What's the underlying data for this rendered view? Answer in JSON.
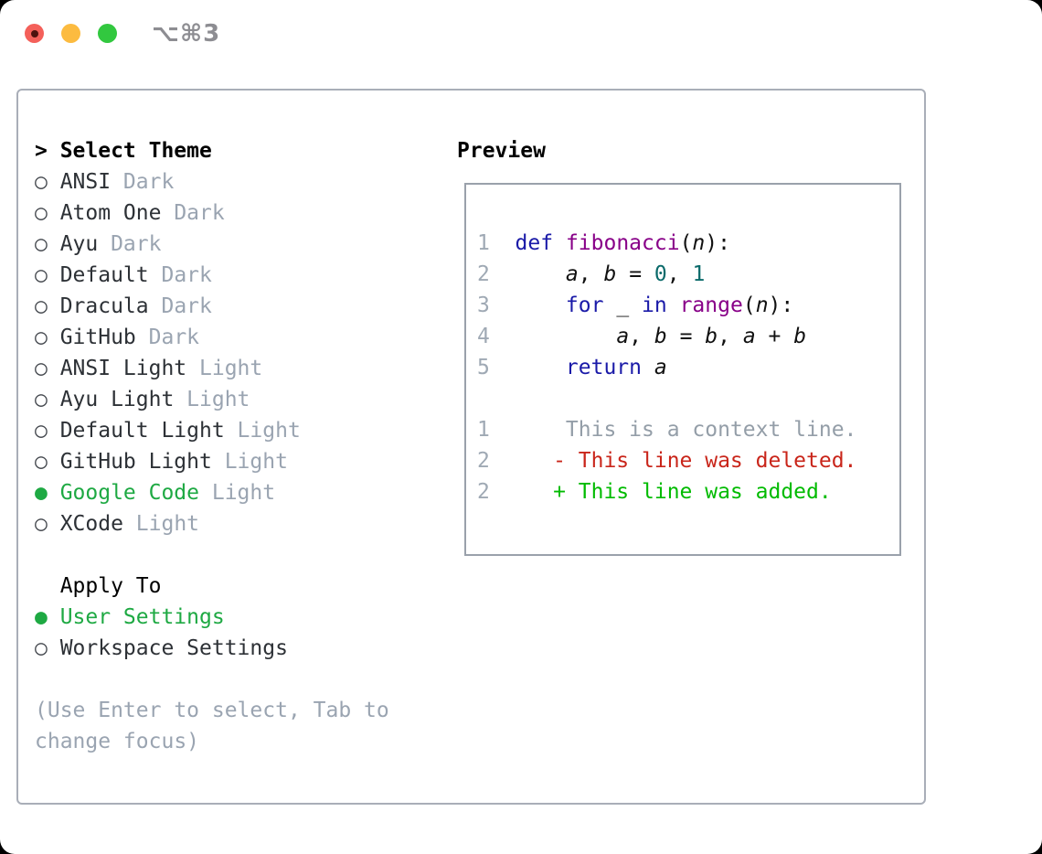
{
  "titlebar": {
    "title": "⌥⌘3"
  },
  "theme_picker": {
    "header_prefix": ">",
    "header": "Select Theme",
    "items": [
      {
        "name": "ANSI",
        "tag": "Dark",
        "selected": false
      },
      {
        "name": "Atom One",
        "tag": "Dark",
        "selected": false
      },
      {
        "name": "Ayu",
        "tag": "Dark",
        "selected": false
      },
      {
        "name": "Default",
        "tag": "Dark",
        "selected": false
      },
      {
        "name": "Dracula",
        "tag": "Dark",
        "selected": false
      },
      {
        "name": "GitHub",
        "tag": "Dark",
        "selected": false
      },
      {
        "name": "ANSI Light",
        "tag": "Light",
        "selected": false
      },
      {
        "name": "Ayu Light",
        "tag": "Light",
        "selected": false
      },
      {
        "name": "Default Light",
        "tag": "Light",
        "selected": false
      },
      {
        "name": "GitHub Light",
        "tag": "Light",
        "selected": false
      },
      {
        "name": "Google Code",
        "tag": "Light",
        "selected": true
      },
      {
        "name": "XCode",
        "tag": "Light",
        "selected": false
      }
    ],
    "radio_unselected_glyph": "○",
    "radio_selected_glyph": "●"
  },
  "apply_to": {
    "header": "Apply To",
    "options": [
      {
        "label": "User Settings",
        "selected": true
      },
      {
        "label": "Workspace Settings",
        "selected": false
      }
    ]
  },
  "help": {
    "line1": "(Use Enter to select, Tab to",
    "line2": "change focus)"
  },
  "preview": {
    "header": "Preview",
    "code_lines": [
      {
        "num": "1",
        "tokens": [
          {
            "t": "kw",
            "s": "def"
          },
          {
            "t": "plain",
            "s": " "
          },
          {
            "t": "title",
            "s": "fibonacci"
          },
          {
            "t": "plain",
            "s": "("
          },
          {
            "t": "var",
            "s": "n"
          },
          {
            "t": "plain",
            "s": "):"
          }
        ]
      },
      {
        "num": "2",
        "tokens": [
          {
            "t": "plain",
            "s": "    "
          },
          {
            "t": "var",
            "s": "a"
          },
          {
            "t": "plain",
            "s": ", "
          },
          {
            "t": "var",
            "s": "b"
          },
          {
            "t": "plain",
            "s": " = "
          },
          {
            "t": "num",
            "s": "0"
          },
          {
            "t": "plain",
            "s": ", "
          },
          {
            "t": "num",
            "s": "1"
          }
        ]
      },
      {
        "num": "3",
        "tokens": [
          {
            "t": "plain",
            "s": "    "
          },
          {
            "t": "kw",
            "s": "for"
          },
          {
            "t": "plain",
            "s": " _ "
          },
          {
            "t": "kw",
            "s": "in"
          },
          {
            "t": "plain",
            "s": " "
          },
          {
            "t": "title",
            "s": "range"
          },
          {
            "t": "plain",
            "s": "("
          },
          {
            "t": "var",
            "s": "n"
          },
          {
            "t": "plain",
            "s": "):"
          }
        ]
      },
      {
        "num": "4",
        "tokens": [
          {
            "t": "plain",
            "s": "        "
          },
          {
            "t": "var",
            "s": "a"
          },
          {
            "t": "plain",
            "s": ", "
          },
          {
            "t": "var",
            "s": "b"
          },
          {
            "t": "plain",
            "s": " = "
          },
          {
            "t": "var",
            "s": "b"
          },
          {
            "t": "plain",
            "s": ", "
          },
          {
            "t": "var",
            "s": "a"
          },
          {
            "t": "plain",
            "s": " + "
          },
          {
            "t": "var",
            "s": "b"
          }
        ]
      },
      {
        "num": "5",
        "tokens": [
          {
            "t": "plain",
            "s": "    "
          },
          {
            "t": "kw",
            "s": "return"
          },
          {
            "t": "plain",
            "s": " "
          },
          {
            "t": "var",
            "s": "a"
          }
        ]
      }
    ],
    "diff_lines": [
      {
        "num": "1",
        "kind": "context",
        "marker": "",
        "text": "This is a context line."
      },
      {
        "num": "2",
        "kind": "deleted",
        "marker": "-",
        "text": "This line was deleted."
      },
      {
        "num": "2",
        "kind": "added",
        "marker": "+",
        "text": "This line was added."
      }
    ]
  },
  "colors": {
    "accent_green": "#1ea943",
    "radio_outline": "#44484e",
    "muted_gray": "#9aa4b1",
    "line_number_gray": "#9fa9b4",
    "list_text": "#2d3136",
    "keyword_blue": "#1a1aa8",
    "title_purple": "#880088",
    "number_teal": "#0a6a6a",
    "code_plain": "#111111",
    "diff_context_gray": "#949ea8",
    "diff_red": "#c9251a",
    "diff_green": "#00bb00",
    "panel_border": "#a9aeb8",
    "titlebar_red": "#f4605a",
    "titlebar_yellow": "#fcbb40",
    "titlebar_green": "#32c83f"
  }
}
